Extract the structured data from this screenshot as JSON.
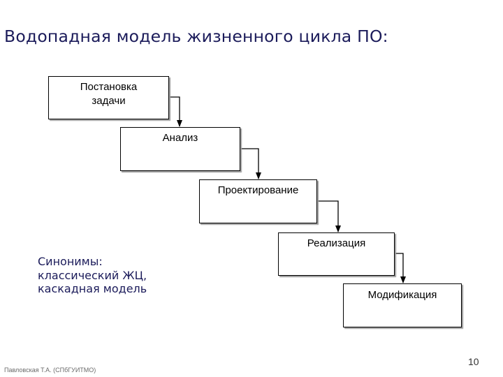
{
  "slide": {
    "title": "Водопадная модель жизненного цикла ПО:",
    "page_number": "10",
    "author": "Павловская Т.А. (СПбГУИТМО)"
  },
  "waterfall": {
    "steps": [
      {
        "label": "Постановка\nзадачи"
      },
      {
        "label": "Анализ"
      },
      {
        "label": "Проектирование"
      },
      {
        "label": "Реализация"
      },
      {
        "label": "Модификация"
      }
    ]
  },
  "synonyms": {
    "lines": [
      "Синонимы:",
      "классический ЖЦ,",
      "каскадная модель"
    ]
  },
  "colors": {
    "title": "#1b1b5a",
    "connector": "#000000"
  }
}
